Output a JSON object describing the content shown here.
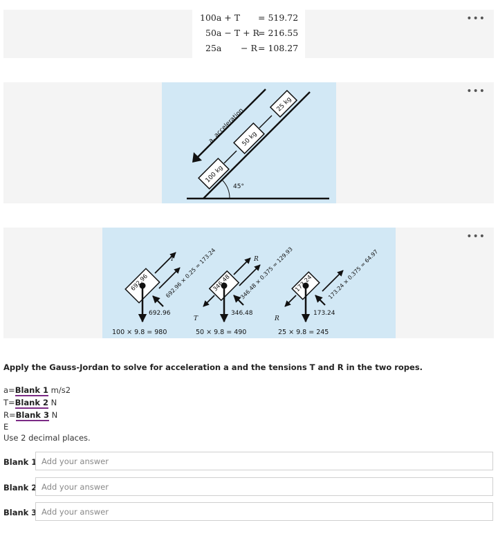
{
  "menu_glyph": "•••",
  "equations": {
    "row1_lhs": "100a + T",
    "row1_rhs": "= 519.72",
    "row2_lhs": "50a − T + R",
    "row2_rhs": "= 216.55",
    "row3_lhs": "25a",
    "row3_mid": "− R",
    "row3_rhs": "= 108.27"
  },
  "incline_figure": {
    "accel_label": "a, acceleration",
    "mass_1": "100 kg",
    "mass_2": "50 kg",
    "mass_3": "25 kg",
    "angle": "45°",
    "background": "#d2e8f5"
  },
  "fbd_figure": {
    "block_1": "692.96",
    "block_1_along": "692.96 × 0.25 = 173.24",
    "block_1_reaction": "692.96",
    "block_1_tension": "T",
    "block_1_weight": "100 × 9.8 = 980",
    "block_2": "346.48",
    "block_2_along": "346.48 × 0.375 = 129.93",
    "block_2_reaction": "346.48",
    "block_2_tension_in": "T",
    "block_2_tension_out": "R",
    "block_2_weight": "50 × 9.8 = 490",
    "block_3": "173.24",
    "block_3_along": "173.24 × 0.375 = 64.97",
    "block_3_reaction": "173.24",
    "block_3_tension": "R",
    "block_3_weight": "25 × 9.8 = 245",
    "background": "#d2e8f5"
  },
  "question": "Apply the Gauss-Jordan to solve for acceleration a and the tensions T and R in the two ropes.",
  "lines": {
    "a_prefix": "a=",
    "a_blank": "Blank 1",
    "a_unit": " m/s2",
    "t_prefix": "T=",
    "t_blank": "Blank 2",
    "t_unit": " N",
    "r_prefix": "R=",
    "r_blank": "Blank 3",
    "r_unit": " N",
    "e_line": "E",
    "decimals_note": "Use 2 decimal places."
  },
  "answers": [
    {
      "label": "Blank 1",
      "placeholder": "Add your answer"
    },
    {
      "label": "Blank 2",
      "placeholder": "Add your answer"
    },
    {
      "label": "Blank 3",
      "placeholder": "Add your answer"
    }
  ]
}
